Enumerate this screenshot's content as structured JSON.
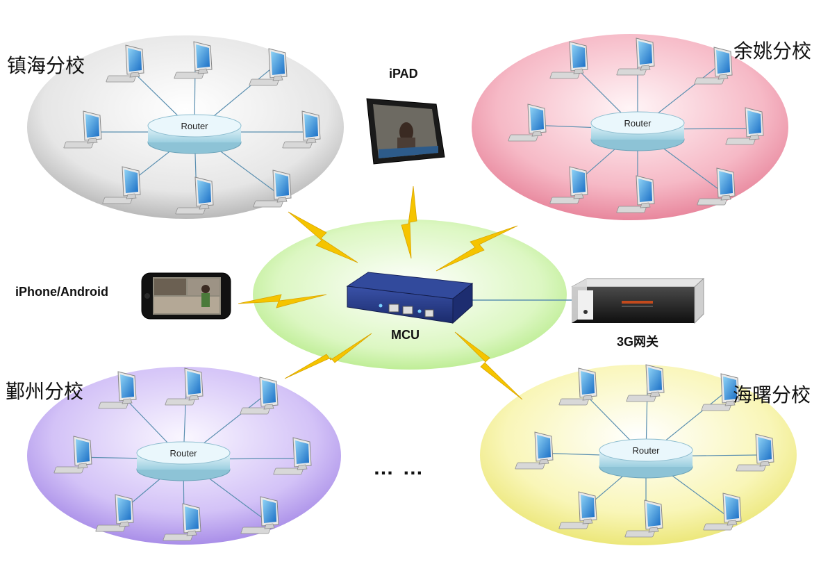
{
  "branches": [
    {
      "label": "镇海分校",
      "router_label": "Router",
      "color": "#d4d4d4",
      "pcs": 8
    },
    {
      "label": "余姚分校",
      "router_label": "Router",
      "color": "#f09aae",
      "pcs": 8
    },
    {
      "label": "鄞州分校",
      "router_label": "Router",
      "color": "#c3aef0",
      "pcs": 8
    },
    {
      "label": "海曙分校",
      "router_label": "Router",
      "color": "#f6f29c",
      "pcs": 8
    }
  ],
  "center": {
    "label": "MCU",
    "color": "#c9f2a4"
  },
  "devices": {
    "ipad": "iPAD",
    "phone": "iPhone/Android",
    "gateway": "3G网关"
  },
  "ellipsis": "… …",
  "link_color": "#5a8fb0",
  "bolt_color": "#f5c400"
}
